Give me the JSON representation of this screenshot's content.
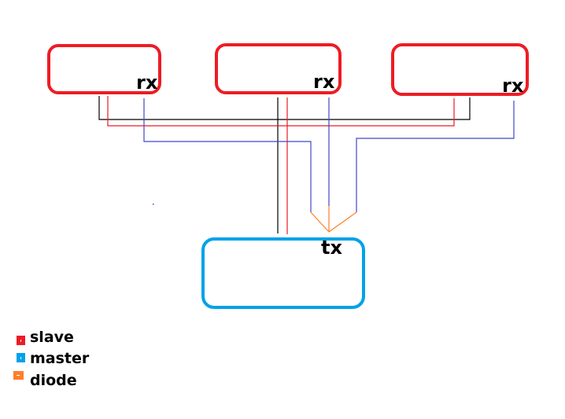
{
  "colors": {
    "slave": "#ed1c24",
    "master": "#00a2e8",
    "diode": "#ff7f27",
    "ground": "#000000",
    "signal": "#3f48cc"
  },
  "slaves": [
    {
      "label": "rx"
    },
    {
      "label": "rx"
    },
    {
      "label": "rx"
    }
  ],
  "master": {
    "label": "tx"
  },
  "legend": [
    {
      "label": "slave",
      "color": "#ed1c24"
    },
    {
      "label": "master",
      "color": "#00a2e8"
    },
    {
      "label": "diode",
      "color": "#ff7f27"
    }
  ]
}
